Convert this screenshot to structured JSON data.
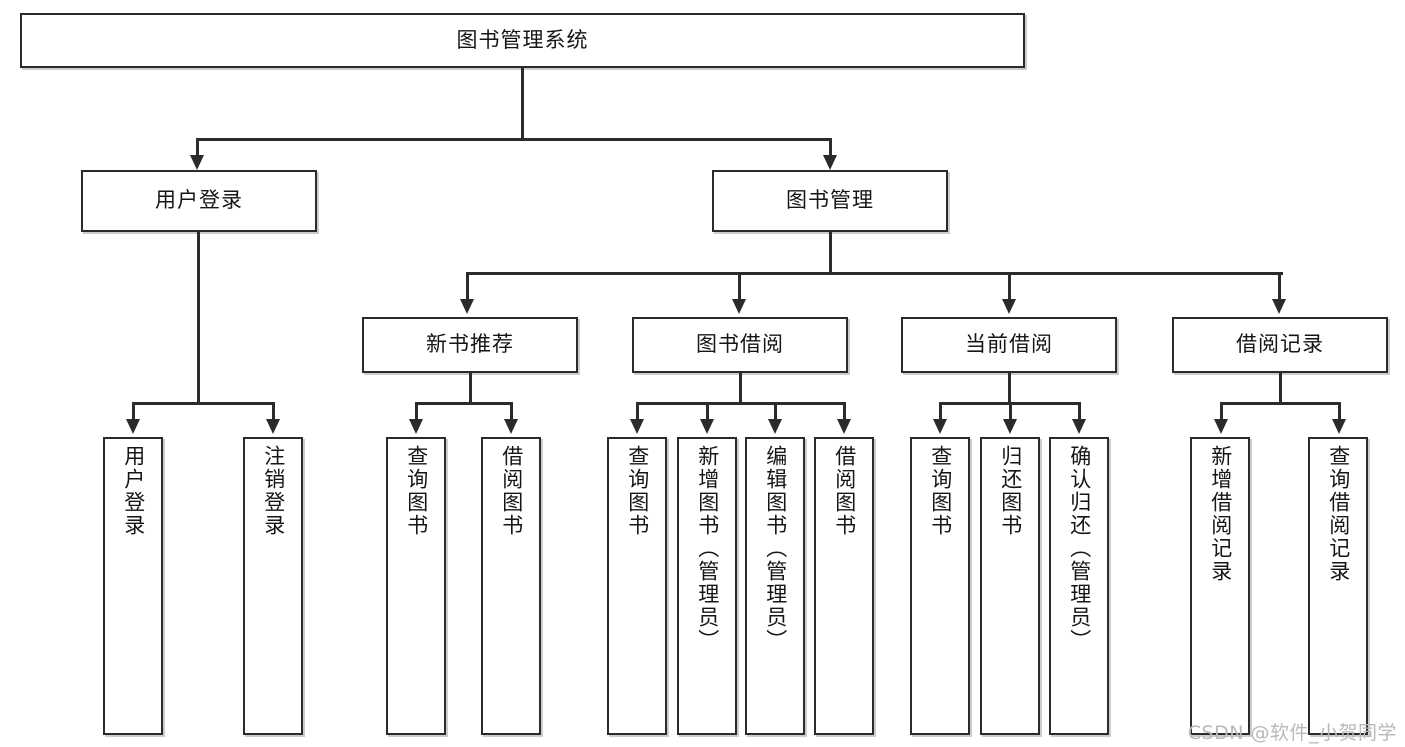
{
  "diagram": {
    "title_node": {
      "label": "图书管理系统",
      "id": "root"
    },
    "level2": [
      {
        "id": "user-login",
        "label": "用户登录"
      },
      {
        "id": "book-management",
        "label": "图书管理"
      }
    ],
    "level3": [
      {
        "id": "new-book-recommend",
        "label": "新书推荐"
      },
      {
        "id": "book-borrow",
        "label": "图书借阅"
      },
      {
        "id": "current-borrow",
        "label": "当前借阅"
      },
      {
        "id": "borrow-record",
        "label": "借阅记录"
      }
    ],
    "leaves": {
      "user_login": [
        {
          "id": "leaf-user-login",
          "label": "用户登录"
        },
        {
          "id": "leaf-logout-login",
          "label": "注销登录"
        }
      ],
      "new_book_recommend": [
        {
          "id": "leaf-query-book-1",
          "label": "查询图书"
        },
        {
          "id": "leaf-borrow-book-1",
          "label": "借阅图书"
        }
      ],
      "book_borrow": [
        {
          "id": "leaf-query-book-2",
          "label": "查询图书"
        },
        {
          "id": "leaf-add-book",
          "label": "新增图书（管理员）"
        },
        {
          "id": "leaf-edit-book",
          "label": "编辑图书（管理员）"
        },
        {
          "id": "leaf-borrow-book-2",
          "label": "借阅图书"
        }
      ],
      "current_borrow": [
        {
          "id": "leaf-query-book-3",
          "label": "查询图书"
        },
        {
          "id": "leaf-return-book",
          "label": "归还图书"
        },
        {
          "id": "leaf-confirm-return",
          "label": "确认归还（管理员）"
        }
      ],
      "borrow_record": [
        {
          "id": "leaf-add-record",
          "label": "新增借阅记录"
        },
        {
          "id": "leaf-query-record",
          "label": "查询借阅记录"
        }
      ]
    }
  },
  "watermark": {
    "text": "CSDN @软件_小贺同学"
  },
  "colors": {
    "stroke": "#2b2b2b",
    "text": "#161616",
    "background": "#ffffff",
    "watermark": "#b9b9b9"
  }
}
